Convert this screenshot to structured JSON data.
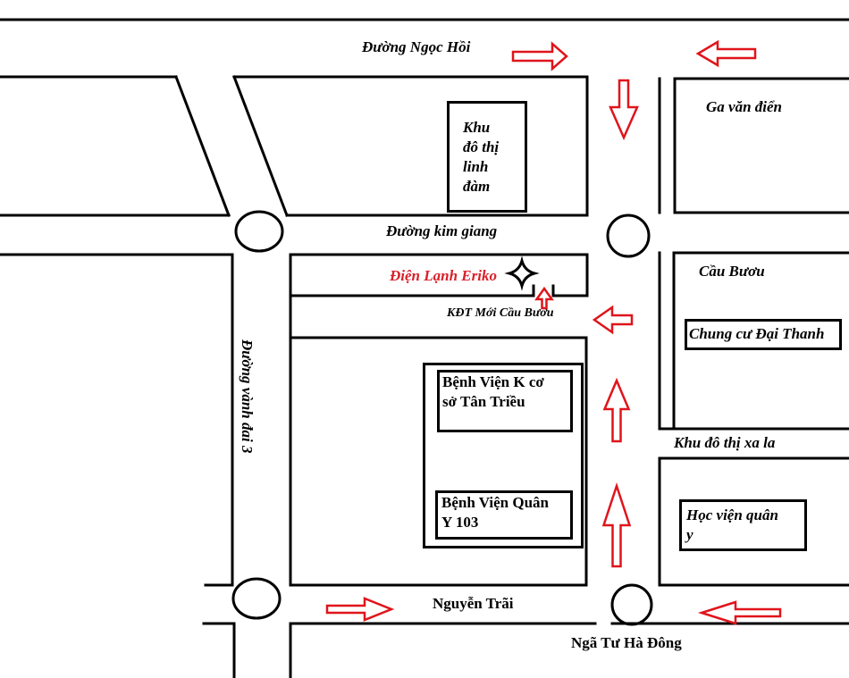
{
  "colors": {
    "road": "#000000",
    "arrow": "#e0141b",
    "highlight": "#d9202a",
    "background": "#ffffff"
  },
  "streets": {
    "ngoc_hoi": "Đường Ngọc Hồi",
    "kim_giang": "Đường kim giang",
    "vanh_dai_3": "Đường vành đai 3",
    "nguyen_trai": "Nguyễn Trãi"
  },
  "places": {
    "ga_van_dien": "Ga văn điển",
    "khu_do_thi_linh_dam": [
      "Khu",
      "đô thị",
      "linh",
      "đàm"
    ],
    "dien_lanh_eriko": "Điện Lạnh Eriko",
    "kdt_moi_cau_buou": "KĐT Mới Cầu Bươu",
    "cau_buou": "Cầu Bươu",
    "chung_cu_dai_thanh": "Chung cư Đại Thanh",
    "benh_vien_k": [
      "Bệnh Viện K cơ",
      "sở Tân Triều"
    ],
    "benh_vien_103": [
      "Bệnh Viện Quân",
      "Y 103"
    ],
    "khu_do_thi_xa_la": "Khu đô thị xa la",
    "hoc_vien_quan_y": [
      "Học viện quân",
      "y"
    ],
    "nga_tu_ha_dong": "Ngã Tư Hà Đông"
  },
  "markers": {
    "destination": "star-marker"
  },
  "arrows": [
    {
      "id": "ngoc-hoi-east",
      "direction": "right"
    },
    {
      "id": "ngoc-hoi-west",
      "direction": "left"
    },
    {
      "id": "main-south",
      "direction": "down"
    },
    {
      "id": "cau-buou-turn-west",
      "direction": "left"
    },
    {
      "id": "main-north-1",
      "direction": "up"
    },
    {
      "id": "main-north-2",
      "direction": "up"
    },
    {
      "id": "alley-north",
      "direction": "up"
    },
    {
      "id": "nguyen-trai-east",
      "direction": "right"
    },
    {
      "id": "nguyen-trai-west",
      "direction": "left"
    }
  ]
}
